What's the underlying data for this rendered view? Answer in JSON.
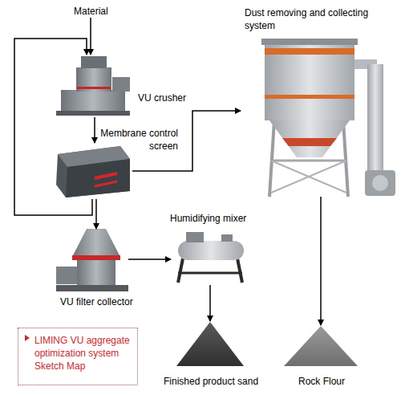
{
  "diagram": {
    "nodes": [
      {
        "text": [
          "Material"
        ]
      },
      {
        "text": [
          "Dust removing and collecting system"
        ]
      },
      {
        "text": [
          "VU crusher"
        ]
      },
      {
        "text": [
          "Membrane control screen"
        ]
      },
      {
        "text": [
          "VU filter collector"
        ]
      },
      {
        "text": [
          "Humidifying mixer"
        ]
      },
      {
        "text": [
          "LIMING VU aggregate optimization system Sketch Map"
        ]
      },
      {
        "text": [
          "Finished product sand"
        ]
      },
      {
        "text": [
          "Rock Flour"
        ]
      }
    ],
    "edges": [
      {
        "from": 0,
        "to": 2,
        "arrow": "to"
      },
      {
        "from": 2,
        "to": 3,
        "arrow": "to"
      },
      {
        "from": 3,
        "to": 2,
        "arrow": "to"
      },
      {
        "from": 3,
        "to": 1,
        "arrow": "to"
      },
      {
        "from": 3,
        "to": 4,
        "arrow": "to"
      },
      {
        "from": 4,
        "to": 5,
        "arrow": "to"
      },
      {
        "from": 5,
        "to": 7,
        "arrow": "to"
      },
      {
        "from": 1,
        "to": 8,
        "arrow": "to"
      }
    ]
  }
}
